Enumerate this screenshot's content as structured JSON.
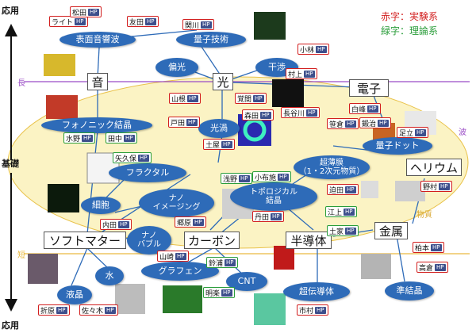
{
  "legend": {
    "red": "赤字：実験系",
    "green": "緑字：理論系"
  },
  "axis": {
    "top": "応用",
    "middle": "基礎",
    "bottom": "応用",
    "long": "長",
    "short": "短"
  },
  "side": {
    "wave": "波",
    "matter": "物質"
  },
  "boxes": {
    "sound": "音",
    "light": "光",
    "electron": "電子",
    "helium": "ヘリウム",
    "soft": "ソフトマター",
    "carbon": "カーボン",
    "semi": "半導体",
    "metal": "金属"
  },
  "ovals": {
    "saw": "表面音響波",
    "quantum_tech": "量子技術",
    "polarization": "偏光",
    "interference": "干渉",
    "phononic": "フォノニック結晶",
    "vortex": "光渦",
    "qdot": "量子ドット",
    "thinfilm": "超薄膜\n（1・2次元物質）",
    "fractal": "フラクタル",
    "cell": "細胞",
    "nano_img": "ナノ\nイメージング",
    "topo": "トポロジカル\n結晶",
    "nanobubble": "ナノ\nバブル",
    "water": "水",
    "graphene": "グラフェン",
    "cnt": "CNT",
    "liquid": "液晶",
    "supercond": "超伝導体",
    "quasi": "準結晶"
  },
  "tags": [
    {
      "name": "ライト",
      "type": "red"
    },
    {
      "name": "松田",
      "type": "red"
    },
    {
      "name": "友田",
      "type": "red"
    },
    {
      "name": "関川",
      "type": "red"
    },
    {
      "name": "小林",
      "type": "red"
    },
    {
      "name": "村上",
      "type": "red"
    },
    {
      "name": "山根",
      "type": "red"
    },
    {
      "name": "覚間",
      "type": "red"
    },
    {
      "name": "森田",
      "type": "red"
    },
    {
      "name": "長谷川",
      "type": "red"
    },
    {
      "name": "白峰",
      "type": "red"
    },
    {
      "name": "笹倉",
      "type": "red"
    },
    {
      "name": "鍛治",
      "type": "red"
    },
    {
      "name": "足立",
      "type": "red"
    },
    {
      "name": "戸田",
      "type": "red"
    },
    {
      "name": "土屋",
      "type": "red"
    },
    {
      "name": "水野",
      "type": "green"
    },
    {
      "name": "田中",
      "type": "green"
    },
    {
      "name": "矢久保",
      "type": "green"
    },
    {
      "name": "浅野",
      "type": "green"
    },
    {
      "name": "小布施",
      "type": "green"
    },
    {
      "name": "迫田",
      "type": "red"
    },
    {
      "name": "野村",
      "type": "red"
    },
    {
      "name": "丹田",
      "type": "red"
    },
    {
      "name": "内田",
      "type": "red"
    },
    {
      "name": "郷原",
      "type": "red"
    },
    {
      "name": "江上",
      "type": "green"
    },
    {
      "name": "土家",
      "type": "green"
    },
    {
      "name": "柏本",
      "type": "red"
    },
    {
      "name": "山崎",
      "type": "red"
    },
    {
      "name": "鈴浦",
      "type": "green"
    },
    {
      "name": "明楽",
      "type": "green"
    },
    {
      "name": "高倉",
      "type": "red"
    },
    {
      "name": "折原",
      "type": "red"
    },
    {
      "name": "佐々木",
      "type": "red"
    },
    {
      "name": "市村",
      "type": "red"
    }
  ],
  "hp_label": "HP"
}
